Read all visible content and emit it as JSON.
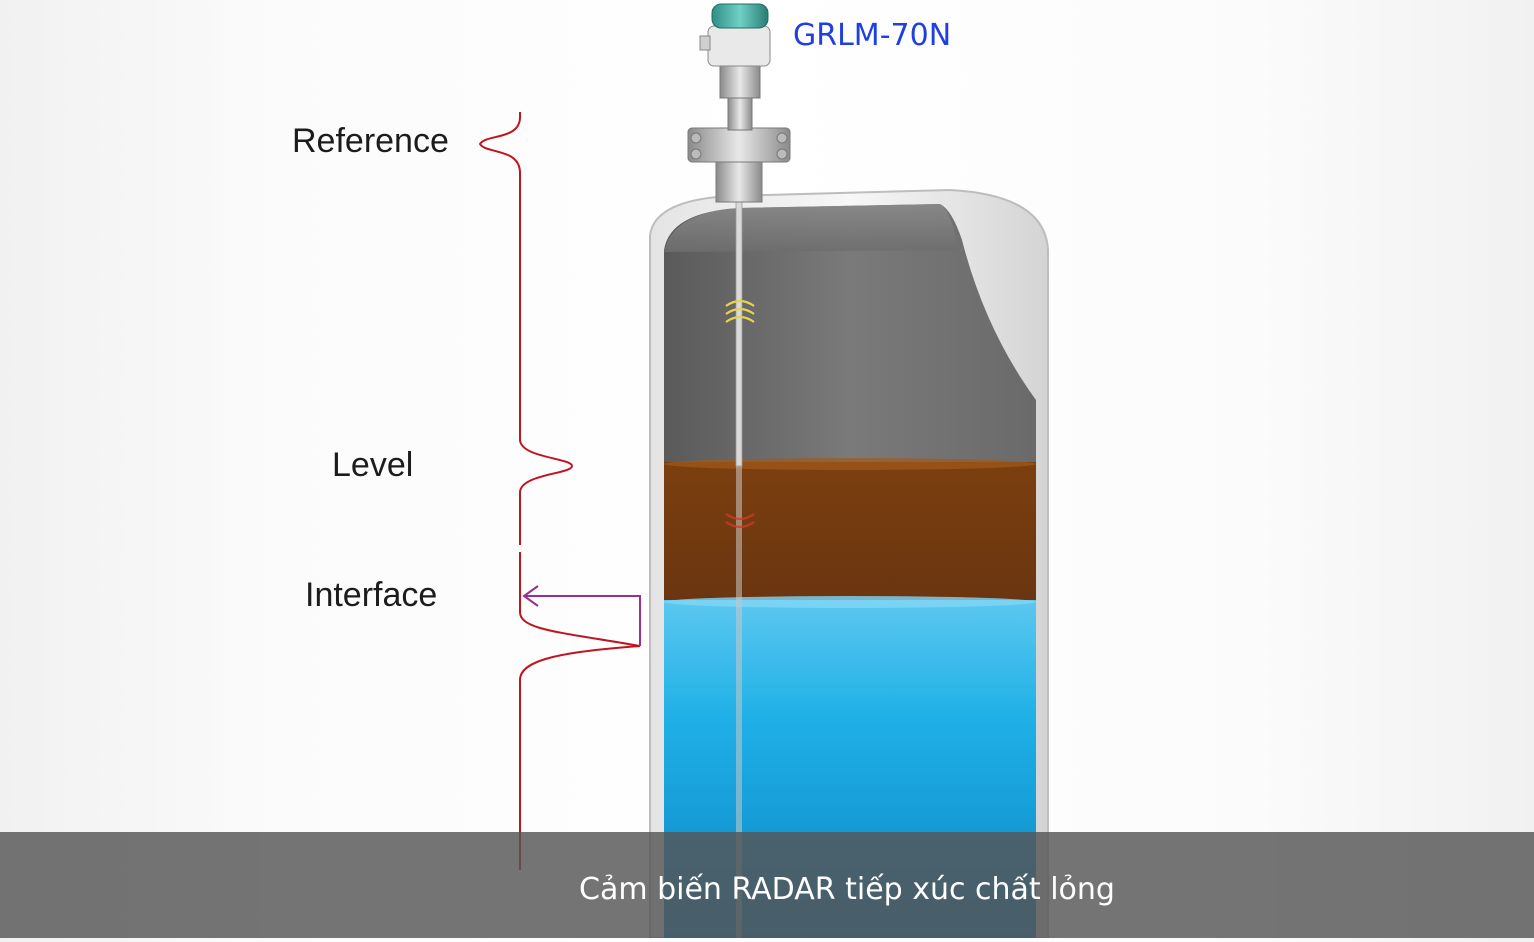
{
  "model": {
    "name": "GRLM-70N",
    "color": "#1f3fe0"
  },
  "signal_labels": {
    "reference": "Reference",
    "level": "Level",
    "interface": "Interface"
  },
  "caption": {
    "text": "Cảm biến RADAR tiếp xúc chất lỏng"
  },
  "colors": {
    "echo_curve": "#c0141e",
    "interface_arrow": "#9a2f8f",
    "gas_space": "#6f6f6f",
    "oil_layer": "#8a4a12",
    "water_layer": "#1ea6df",
    "wave_symbol": "#e8d44a"
  },
  "icons": [
    "radar-transmitter-icon",
    "flange-icon",
    "wave-emission-icon",
    "reflection-pulse-icon"
  ]
}
